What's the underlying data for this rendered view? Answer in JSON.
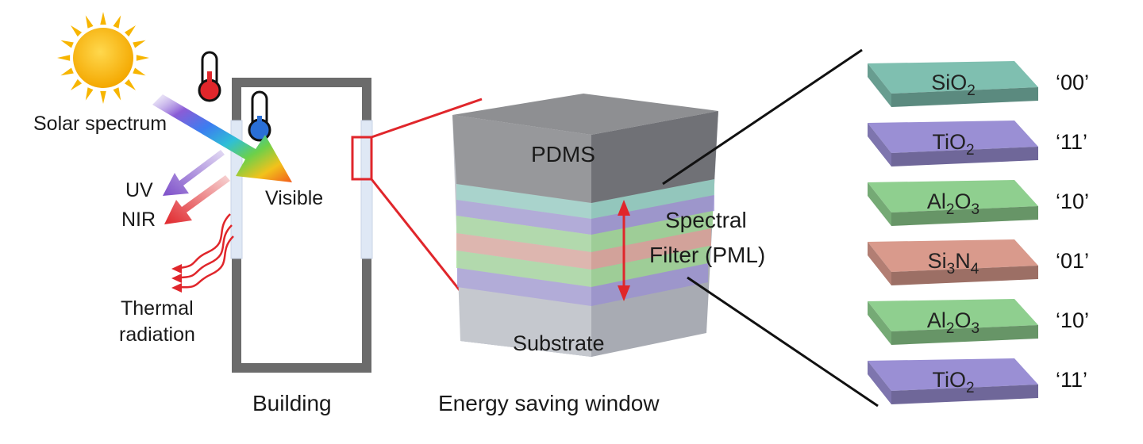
{
  "left_panel": {
    "solar_label": "Solar spectrum",
    "uv_label": "UV",
    "nir_label": "NIR",
    "visible_label": "Visible",
    "thermal_line1": "Thermal",
    "thermal_line2": "radiation",
    "caption": "Building"
  },
  "middle_panel": {
    "top_label": "PDMS",
    "filter_line1": "Spectral",
    "filter_line2": "Filter (PML)",
    "bottom_label": "Substrate",
    "caption": "Energy saving window"
  },
  "stack": [
    {
      "base": "SiO",
      "sub": "2",
      "base2": "",
      "sub2": "",
      "code": "‘00’",
      "color": "#7fbfb0"
    },
    {
      "base": "TiO",
      "sub": "2",
      "base2": "",
      "sub2": "",
      "code": "‘11’",
      "color": "#9a8fd4"
    },
    {
      "base": "Al",
      "sub": "2",
      "base2": "O",
      "sub2": "3",
      "code": "‘10’",
      "color": "#8fcf8f"
    },
    {
      "base": "Si",
      "sub": "3",
      "base2": "N",
      "sub2": "4",
      "code": "‘01’",
      "color": "#d99a8c"
    },
    {
      "base": "Al",
      "sub": "2",
      "base2": "O",
      "sub2": "3",
      "code": "‘10’",
      "color": "#8fcf8f"
    },
    {
      "base": "TiO",
      "sub": "2",
      "base2": "",
      "sub2": "",
      "code": "‘11’",
      "color": "#9a8fd4"
    }
  ],
  "colors": {
    "sun": "#f7b500",
    "frame": "#6b6b6b",
    "red": "#e0262b",
    "glass": "#dfe8f5"
  }
}
